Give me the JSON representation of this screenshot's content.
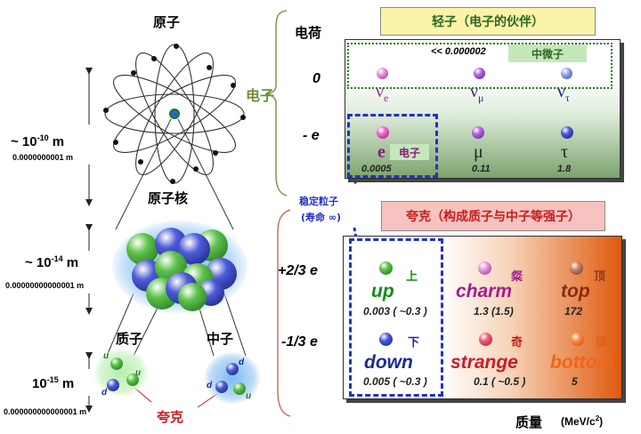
{
  "left": {
    "atom": "原子",
    "atom_size": "~ 10",
    "atom_exp": "-10",
    "atom_unit": " m",
    "atom_decimal": "0.0000000001 m",
    "nucleus": "原子核",
    "nucleus_size": "~ 10",
    "nucleus_exp": "-14",
    "nucleus_unit": " m",
    "nucleus_decimal": "0.00000000000001 m",
    "proton": "质子",
    "neutron": "中子",
    "nucleon_size": "10",
    "nucleon_exp": "-15",
    "nucleon_unit": " m",
    "nucleon_decimal": "0.000000000000001 m",
    "quark_label": "夸克",
    "proton_quarks": [
      "u",
      "u",
      "d"
    ],
    "neutron_quarks": [
      "d",
      "d",
      "u"
    ]
  },
  "middle": {
    "charge_header": "电荷",
    "electron_group": "电子",
    "charge_zero": "0",
    "charge_minus_e": "- e",
    "stable_particle": "稳定粒子",
    "lifetime": "(寿命 ∞)",
    "charge_plus_two_thirds": "+2/3 e",
    "charge_minus_one_third": "-1/3 e"
  },
  "leptons": {
    "banner": "轻子（电子的伙伴）",
    "neutrino_mass": "<< 0.000002",
    "neutrino_label": "中微子",
    "neutrinos": [
      {
        "symbol": "ν",
        "sub": "e"
      },
      {
        "symbol": "ν",
        "sub": "μ"
      },
      {
        "symbol": "ν",
        "sub": "τ"
      }
    ],
    "charged": [
      {
        "symbol": "e",
        "cn": "电子",
        "mass": "0.0005"
      },
      {
        "symbol": "μ",
        "mass": "0.11"
      },
      {
        "symbol": "τ",
        "mass": "1.8"
      }
    ]
  },
  "quarks": {
    "banner": "夸克（构成质子与中子等强子）",
    "up_type": [
      {
        "name": "up",
        "cn": "上",
        "mass": "0.003 ( ~0.3 )"
      },
      {
        "name": "charm",
        "cn": "粲",
        "mass": "1.3 (1.5)"
      },
      {
        "name": "top",
        "cn": "顶",
        "mass": "172"
      }
    ],
    "down_type": [
      {
        "name": "down",
        "cn": "下",
        "mass": "0.005 ( ~0.3 )"
      },
      {
        "name": "strange",
        "cn": "奇",
        "mass": "0.1 ( ~0.5 )"
      },
      {
        "name": "bottom",
        "cn": "底",
        "mass": "5"
      }
    ]
  },
  "axis": {
    "mass_label": "质量",
    "mass_unit": "(MeV/c",
    "mass_unit_exp": "2",
    "mass_unit_close": ")"
  },
  "colors": {
    "lepton_green": "#2d6a24",
    "quark_red": "#c61d1d",
    "stable_blue": "#2330c8"
  }
}
